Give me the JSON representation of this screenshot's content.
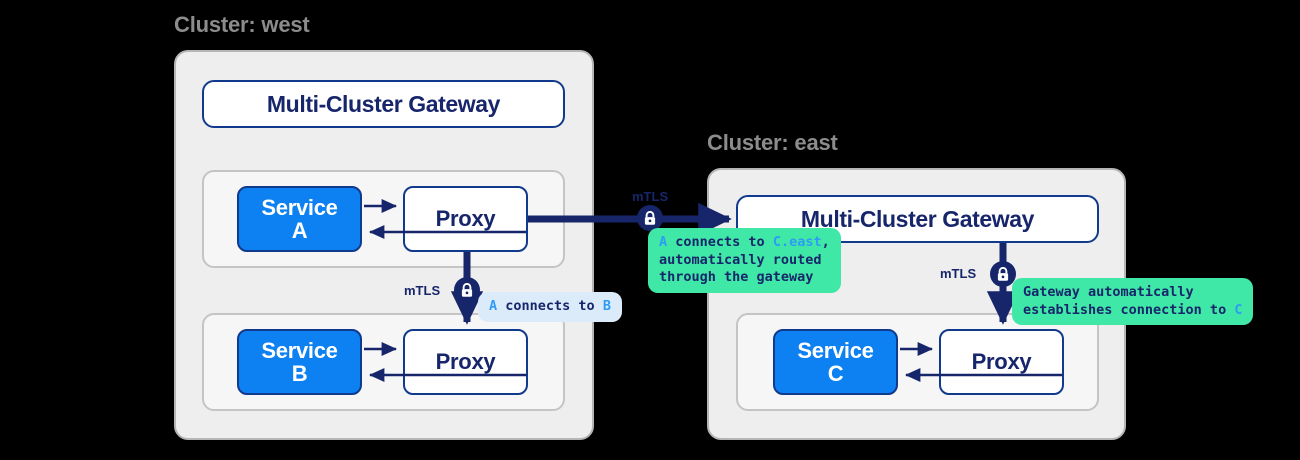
{
  "clusters": {
    "west": {
      "title": "Cluster: west",
      "gateway_label": "Multi-Cluster Gateway",
      "pods": [
        {
          "service_name": "Service",
          "service_id": "A",
          "proxy_label": "Proxy"
        },
        {
          "service_name": "Service",
          "service_id": "B",
          "proxy_label": "Proxy"
        }
      ]
    },
    "east": {
      "title": "Cluster: east",
      "gateway_label": "Multi-Cluster Gateway",
      "pods": [
        {
          "service_name": "Service",
          "service_id": "C",
          "proxy_label": "Proxy"
        }
      ]
    }
  },
  "connections": {
    "a_to_b": {
      "mtls_label": "mTLS",
      "lock_icon": "lock-icon",
      "callout": {
        "style": "blue",
        "segments": [
          {
            "text": "A",
            "accent": true
          },
          {
            "text": " connects to ",
            "accent": false
          },
          {
            "text": "B",
            "accent": true
          }
        ],
        "plain_text": "A connects to B"
      }
    },
    "a_to_gateway_east": {
      "mtls_label": "mTLS",
      "lock_icon": "lock-icon",
      "callout": {
        "style": "green",
        "lines": [
          [
            {
              "text": "A",
              "accent": true
            },
            {
              "text": " connects to ",
              "accent": false
            },
            {
              "text": "C.east",
              "accent": true
            },
            {
              "text": ",",
              "accent": false
            }
          ],
          [
            {
              "text": "automatically routed",
              "accent": false
            }
          ],
          [
            {
              "text": "through the gateway",
              "accent": false
            }
          ]
        ],
        "plain_text": "A connects to C.east, automatically routed through the gateway"
      }
    },
    "gateway_east_to_c": {
      "mtls_label": "mTLS",
      "lock_icon": "lock-icon",
      "callout": {
        "style": "green",
        "lines": [
          [
            {
              "text": "Gateway automatically",
              "accent": false
            }
          ],
          [
            {
              "text": "establishes connection to ",
              "accent": false
            },
            {
              "text": "C",
              "accent": true
            }
          ]
        ],
        "plain_text": "Gateway automatically establishes connection to C"
      }
    }
  },
  "colors": {
    "background": "#000000",
    "cluster_fill": "#eeeeee",
    "cluster_border": "#b5b5b9",
    "pod_fill": "#f6f6f6",
    "pod_border": "#c4c4c4",
    "service_fill": "#0d80f2",
    "navy": "#17266b",
    "navy_border": "#123a8c",
    "callout_blue": "#dcebfa",
    "callout_green": "#3fe8a6",
    "accent_blue": "#2e9cf5",
    "title_gray": "#8c8c8c"
  }
}
